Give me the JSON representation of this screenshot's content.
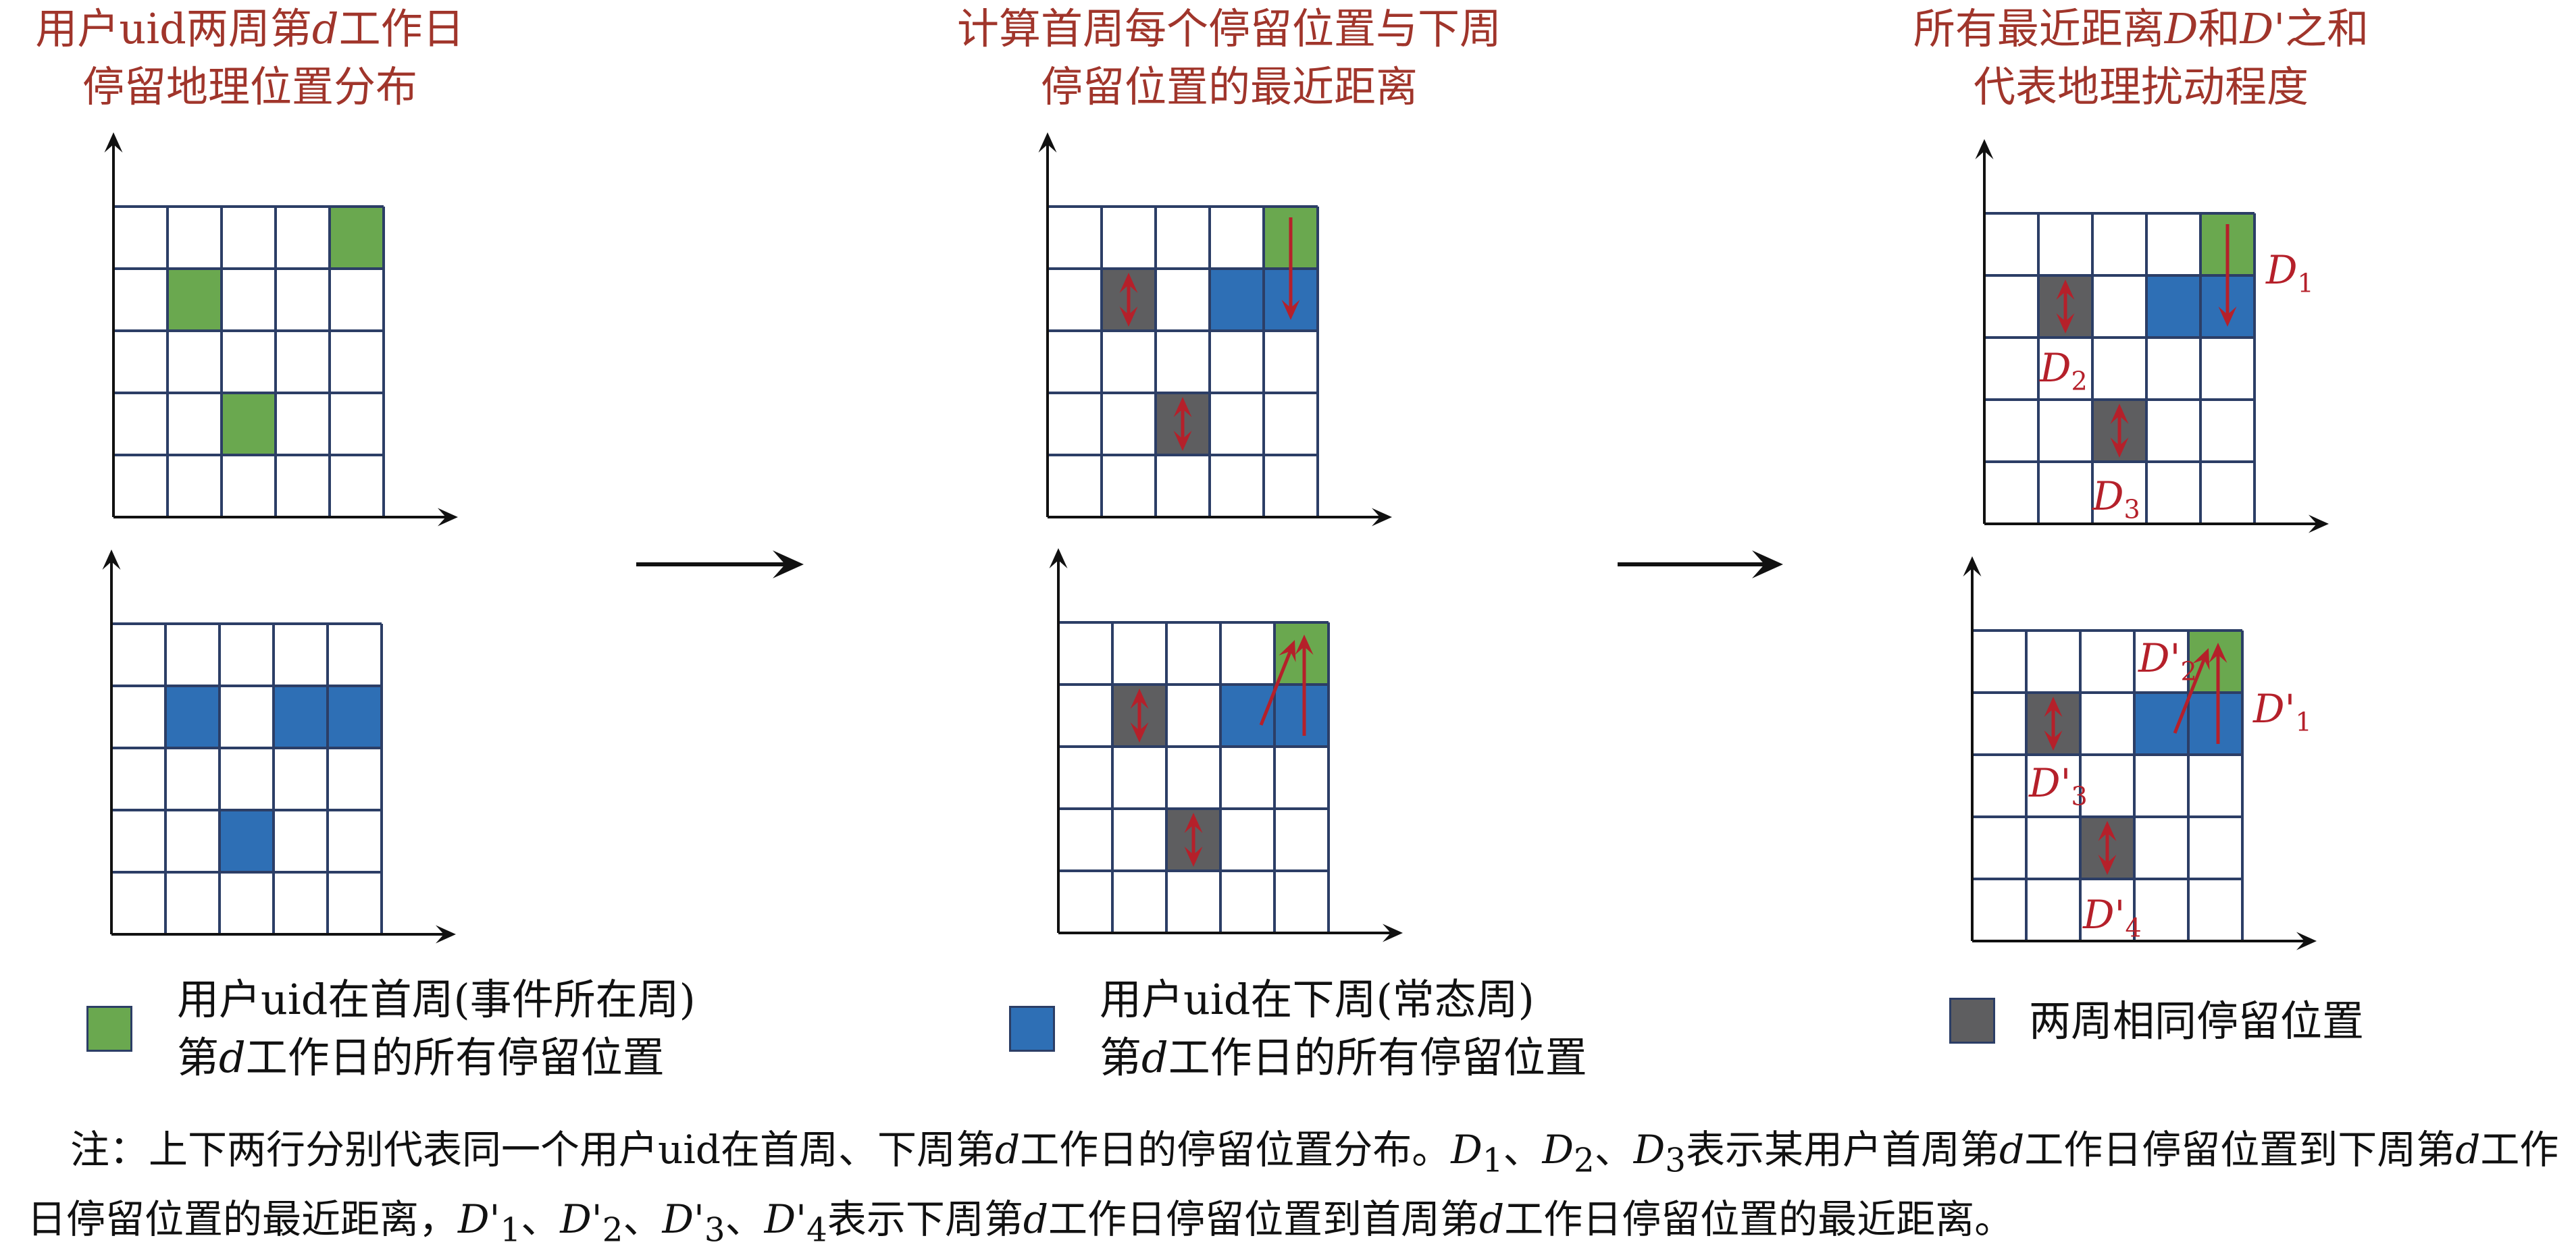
{
  "titles": {
    "panel1_line1_a": "用户uid两周第",
    "panel1_line1_d": "d",
    "panel1_line1_b": "工作日",
    "panel1_line2": "停留地理位置分布",
    "panel2_line1": "计算首周每个停留位置与下周",
    "panel2_line2": "停留位置的最近距离",
    "panel3_line1_a": "所有最近距离",
    "panel3_line1_D": "D",
    "panel3_line1_b": "和",
    "panel3_line1_D2": "D'",
    "panel3_line1_c": "之和",
    "panel3_line2": "代表地理扰动程度"
  },
  "distance_labels": {
    "D1": "D",
    "D1_sub": "1",
    "D2": "D",
    "D2_sub": "2",
    "D3": "D",
    "D3_sub": "3",
    "Dp1": "D'",
    "Dp1_sub": "1",
    "Dp2": "D'",
    "Dp2_sub": "2",
    "Dp3": "D'",
    "Dp3_sub": "3",
    "Dp4": "D'",
    "Dp4_sub": "4"
  },
  "legend": {
    "green_line1": "用户uid在首周(事件所在周)",
    "green_line2_a": "第",
    "green_line2_d": "d",
    "green_line2_b": "工作日的所有停留位置",
    "blue_line1": "用户uid在下周(常态周)",
    "blue_line2_a": "第",
    "blue_line2_d": "d",
    "blue_line2_b": "工作日的所有停留位置",
    "gray": "两周相同停留位置"
  },
  "note": {
    "p1": "注：上下两行分别代表同一个用户uid在首周、下周第",
    "d1": "d",
    "p2": "工作日的停留位置分布。",
    "D1": "D",
    "D1s": "1",
    "sep1": "、",
    "D2": "D",
    "D2s": "2",
    "sep2": "、",
    "D3": "D",
    "D3s": "3",
    "p3": "表示某用户首周第",
    "d2": "d",
    "p4": "工作日停留位置到下周第",
    "d3": "d",
    "p5": "工作日停留位置的最近距离，",
    "Dp1": "D'",
    "Dp1s": "1",
    "sep3": "、",
    "Dp2": "D'",
    "Dp2s": "2",
    "sep4": "、",
    "Dp3": "D'",
    "Dp3s": "3",
    "sep5": "、",
    "Dp4": "D'",
    "Dp4s": "4",
    "p6": "表示下周第",
    "d4": "d",
    "p7": "工作日停留位置到首周第",
    "d5": "d",
    "p8": "工作日停留位置的最近距离。"
  },
  "colors": {
    "green": "#6aa84f",
    "blue": "#2e6fb5",
    "gray": "#5e5e60",
    "grid_line": "#2c3e66",
    "arrow_red": "#b5202a",
    "title_red": "#a0352b"
  }
}
